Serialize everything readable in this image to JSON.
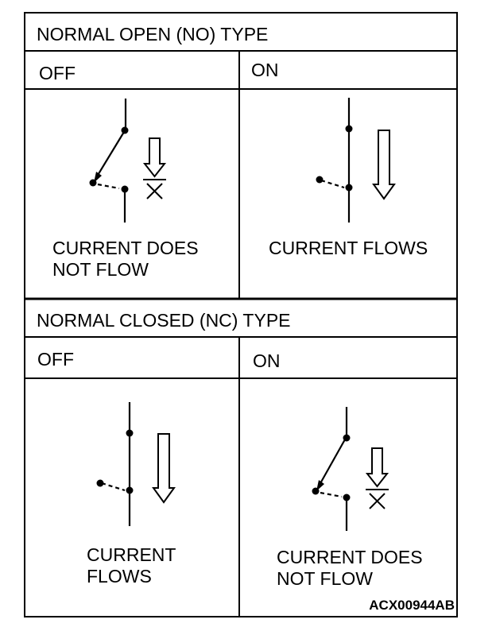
{
  "no_section": {
    "title": "NORMAL OPEN (NO) TYPE",
    "off": {
      "label": "OFF",
      "caption_line1": "CURRENT DOES",
      "caption_line2": "NOT FLOW"
    },
    "on": {
      "label": "ON",
      "caption_line1": "CURRENT FLOWS"
    }
  },
  "nc_section": {
    "title": "NORMAL CLOSED (NC) TYPE",
    "off": {
      "label": "OFF",
      "caption_line1": "CURRENT",
      "caption_line2": "FLOWS"
    },
    "on": {
      "label": "ON",
      "caption_line1": "CURRENT DOES",
      "caption_line2": "NOT FLOW"
    }
  },
  "figure_code": "ACX00944AB",
  "colors": {
    "line": "#000000",
    "background": "#ffffff"
  }
}
